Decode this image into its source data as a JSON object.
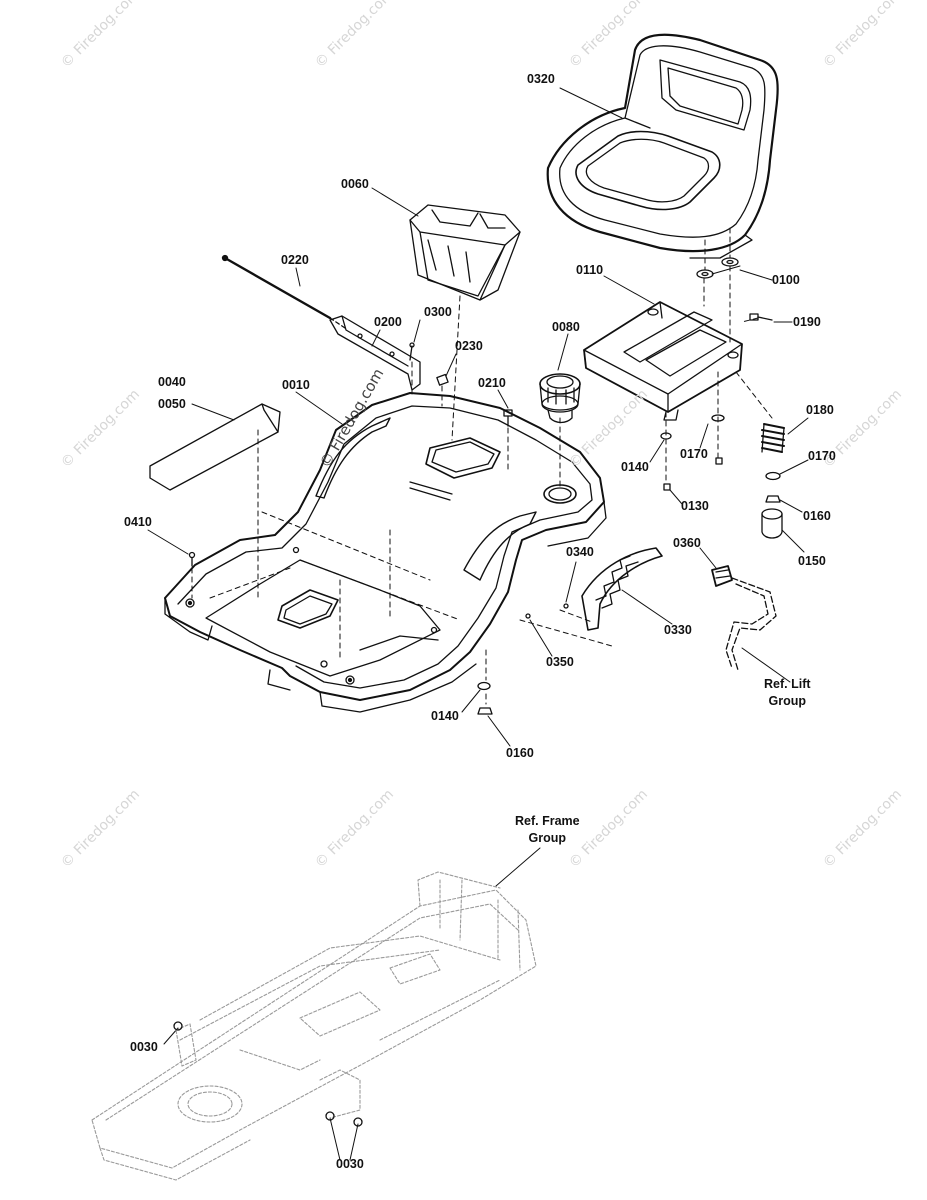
{
  "watermark": {
    "text": "© Firedog.com",
    "strong_text": "© Firedog.com"
  },
  "labels": {
    "p0320": "0320",
    "p0060": "0060",
    "p0220": "0220",
    "p0200": "0200",
    "p0300": "0300",
    "p0230": "0230",
    "p0040": "0040",
    "p0050": "0050",
    "p0010": "0010",
    "p0210": "0210",
    "p0080": "0080",
    "p0110": "0110",
    "p0100": "0100",
    "p0190": "0190",
    "p0180": "0180",
    "p0170a": "0170",
    "p0170b": "0170",
    "p0140a": "0140",
    "p0130": "0130",
    "p0160a": "0160",
    "p0150": "0150",
    "p0410": "0410",
    "p0340": "0340",
    "p0360": "0360",
    "p0330": "0330",
    "p0350": "0350",
    "p0140b": "0140",
    "p0160b": "0160",
    "p0030a": "0030",
    "p0030b": "0030"
  },
  "refs": {
    "lift": "Ref. Lift\nGroup",
    "frame": "Ref. Frame\nGroup"
  }
}
